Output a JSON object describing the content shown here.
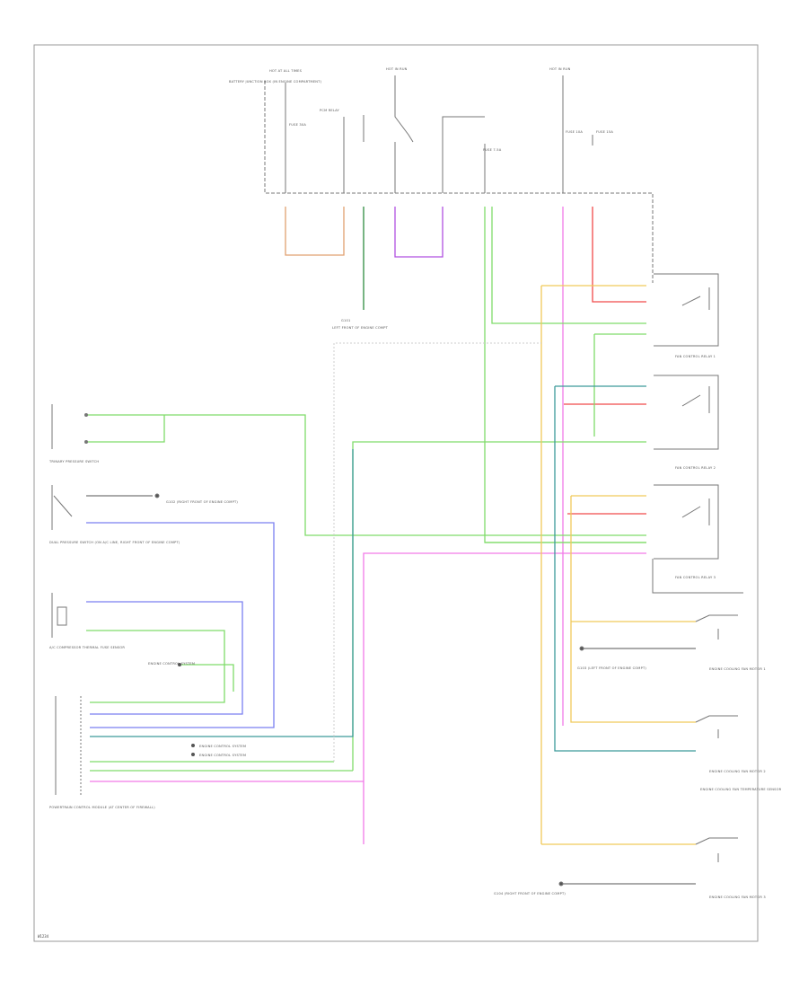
{
  "diagram": {
    "footer_code": "W1234",
    "wire_colors": {
      "brown": "#e0a070",
      "green": "#7fdc6a",
      "dark_green": "#2e8b3e",
      "blue": "#7a7ff0",
      "purple": "#b050e0",
      "red": "#f04a4a",
      "pink": "#f27ae8",
      "yellow": "#f0c95a",
      "teal": "#3c9a9a",
      "gray": "#888888"
    },
    "labels": {
      "hot_at_all_times": "HOT AT ALL TIMES",
      "hot_in_run_1": "HOT IN RUN",
      "hot_in_run_2": "HOT IN RUN",
      "battery_junction": "BATTERY JUNCTION BOX (IN ENGINE COMPARTMENT)",
      "fuse_1": "FUSE 30A",
      "fuse_2": "FUSE 10A",
      "fuse_3": "FUSE 15A",
      "fuse_4": "FUSE 7.5A",
      "pcm_relay": "PCM RELAY",
      "ground_1": "G101",
      "ground_1_desc": "LEFT FRONT OF ENGINE COMPT",
      "fan_relay_1": "FAN CONTROL RELAY 1",
      "fan_relay_2": "FAN CONTROL RELAY 2",
      "fan_relay_3": "FAN CONTROL RELAY 3",
      "trinary_switch": "TRINARY PRESSURE SWITCH",
      "dual_pressure": "DUAL PRESSURE SWITCH (ON A/C LINE, RIGHT FRONT OF ENGINE COMPT)",
      "ground_2": "G102 (RIGHT FRONT OF ENGINE COMPT)",
      "ac_compressor": "A/C COMPRESSOR THERMAL FUSE SENSOR",
      "engine_control": "ENGINE CONTROL SYSTEM",
      "pcm": "POWERTRAIN CONTROL MODULE (AT CENTER OF FIREWALL)",
      "ecs_1": "ENGINE CONTROL SYSTEM",
      "ecs_2": "ENGINE CONTROL SYSTEM",
      "fan_motor_1": "ENGINE COOLING FAN MOTOR 1",
      "fan_motor_2": "ENGINE COOLING FAN MOTOR 2",
      "fan_motor_3": "ENGINE COOLING FAN MOTOR 3",
      "ground_3": "G103 (LEFT FRONT OF ENGINE COMPT)",
      "ground_4": "G104 (RIGHT FRONT OF ENGINE COMPT)",
      "fan_sensor": "ENGINE COOLING FAN TEMPERATURE SENSOR"
    }
  }
}
